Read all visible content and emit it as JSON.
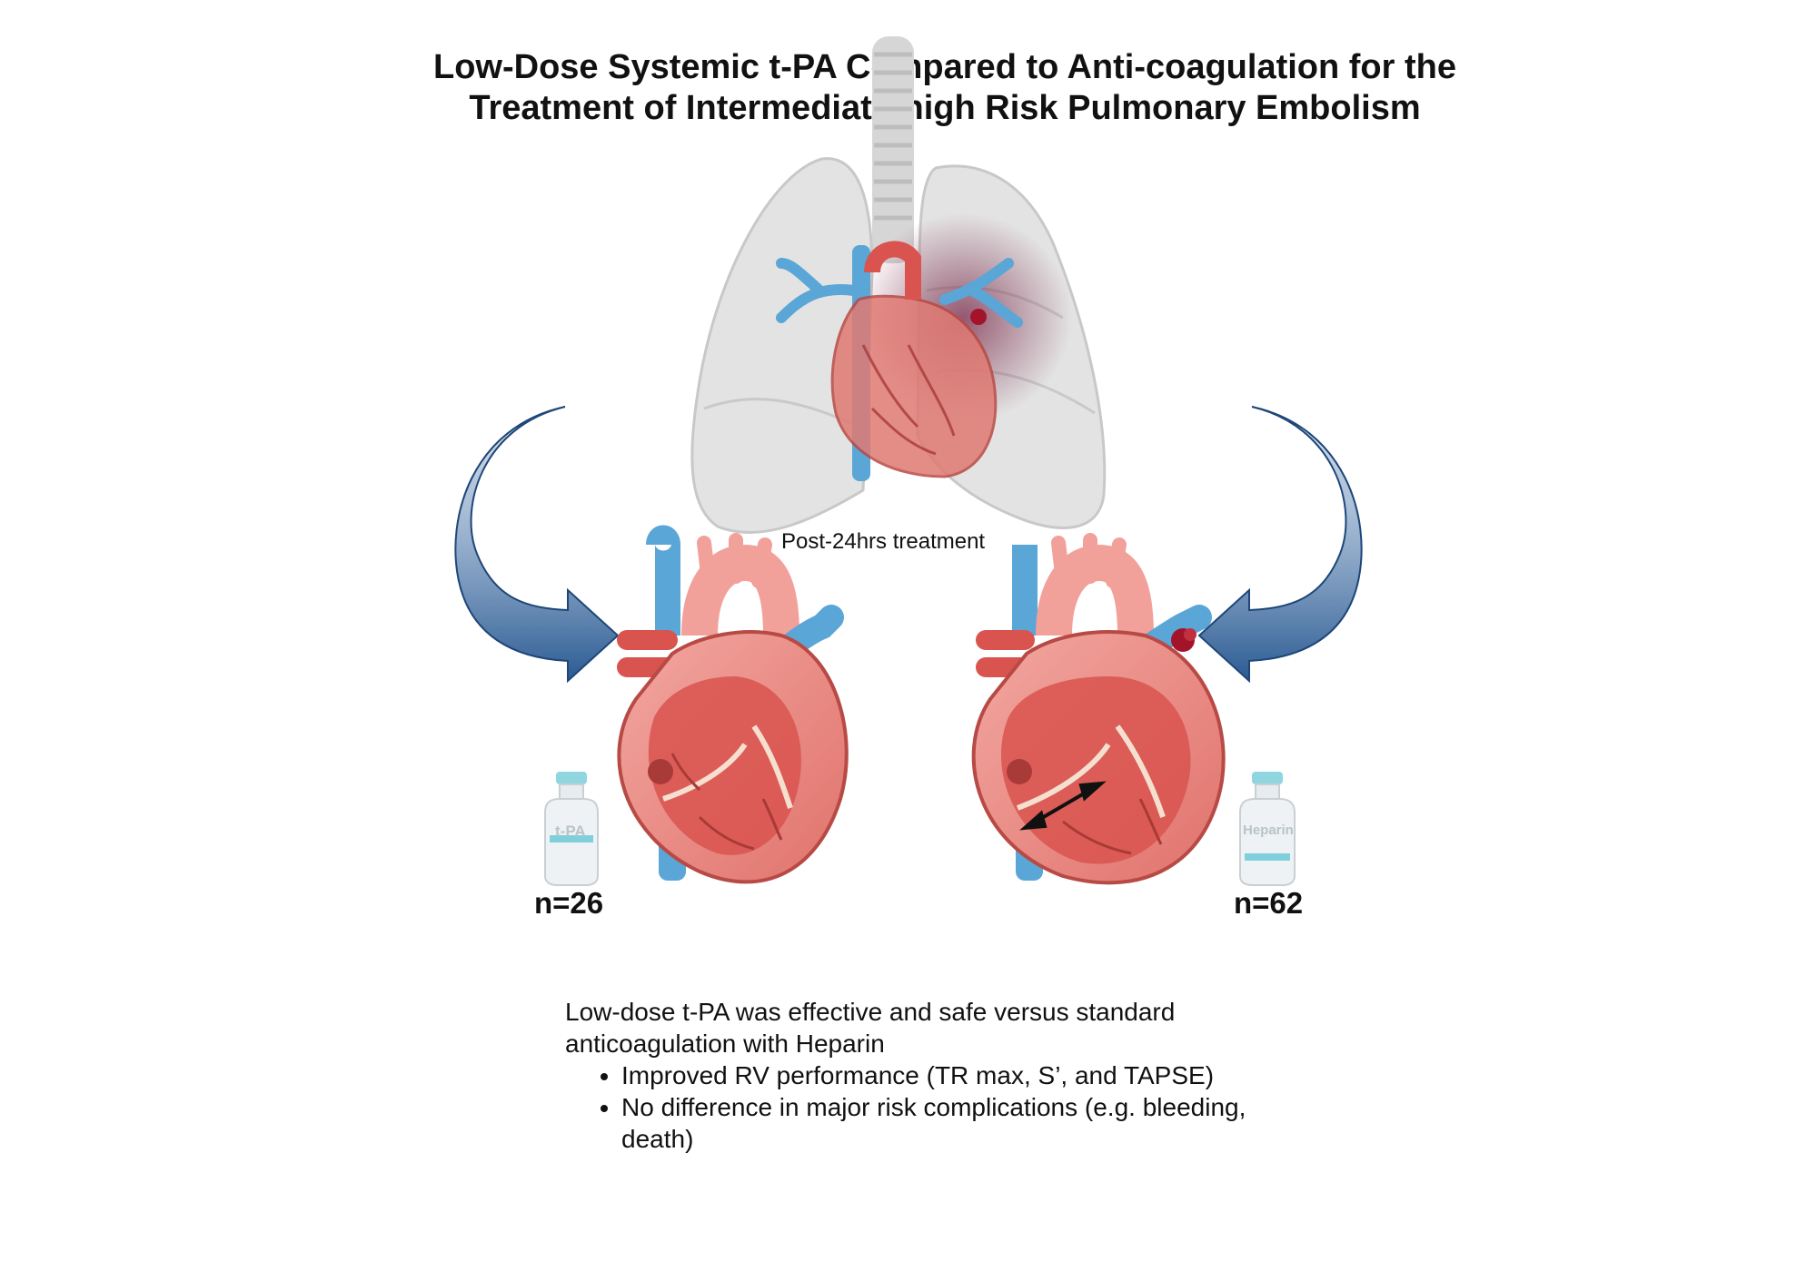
{
  "title": {
    "line1": "Low-Dose Systemic t-PA Compared to Anti-coagulation for the",
    "line2": "Treatment of Intermediate-high Risk Pulmonary Embolism"
  },
  "caption": "Post-24hrs treatment",
  "groups": {
    "left": {
      "vial_label": "t-PA",
      "count": "n=26"
    },
    "right": {
      "vial_label": "Heparin",
      "count": "n=62"
    }
  },
  "summary": {
    "intro": "Low-dose t-PA was effective and safe versus standard anticoagulation with Heparin",
    "bullets": [
      "Improved RV performance (TR max, S’, and TAPSE)",
      "No difference in major risk complications (e.g. bleeding, death)"
    ]
  },
  "colors": {
    "heart_red": "#d9534f",
    "heart_light": "#f2a09a",
    "vessel_blue": "#5aa6d6",
    "arrow_blue": "#2f5f96",
    "lung_gray": "#dcdcdc",
    "clot": "#a3142a"
  }
}
